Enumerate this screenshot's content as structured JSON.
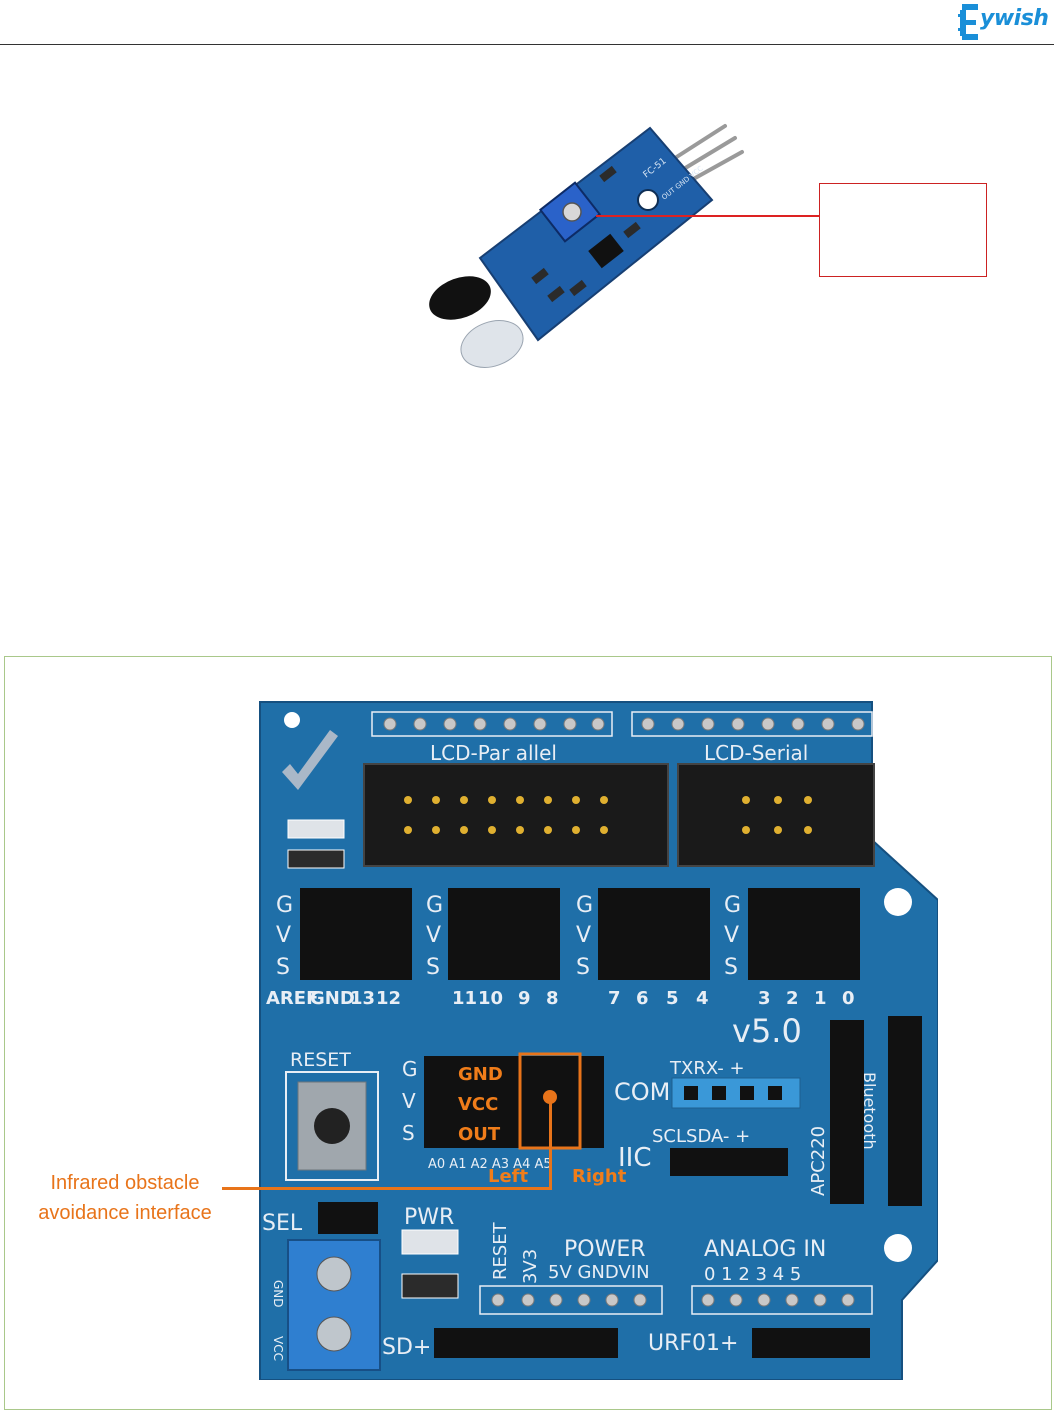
{
  "header": {
    "logo_text": "ywish",
    "logo_mark": "gear-e-logo-icon"
  },
  "sensor": {
    "board_label": "FC-51",
    "pin_labels": "OUT GND VCC"
  },
  "shield": {
    "header_left": "LCD-Par allel",
    "header_right": "LCD-Serial",
    "gvs_letters": [
      "G",
      "V",
      "S"
    ],
    "digital_labels": [
      "AREF",
      "GND",
      "13",
      "12",
      "11",
      "10",
      "9",
      "8",
      "7",
      "6",
      "5",
      "4",
      "3",
      "2",
      "1",
      "0"
    ],
    "version": "v5.0",
    "reset_label": "RESET",
    "com_label": "COM",
    "txrx_label": "TXRX-  +",
    "scl_label": "SCLSDA-  +",
    "iic_label": "IIC",
    "apc_label": "APC220",
    "bt_label": "Bluetooth",
    "sel_label": "SEL",
    "pwr_label": "PWR",
    "analog_pins": "A0 A1 A2 A3 A4 A5",
    "power_label": "POWER",
    "power_pins": "5V GNDVIN",
    "reset_vertical": "RESET",
    "v33_label": "3V3",
    "analog_label": "ANALOG  IN",
    "analog_nums": "0 1 2 3 4 5",
    "sd_label": "SD+",
    "urf_label": "URF01+",
    "gnd_vertical": "GND",
    "vcc_vertical": "VCC",
    "overlay_gnd": "GND",
    "overlay_vcc": "VCC",
    "overlay_out": "OUT",
    "left_label": "Left",
    "right_label": "Right"
  },
  "annotation": {
    "line1": "Infrared obstacle",
    "line2": "avoidance interface"
  },
  "colors": {
    "pcb_blue": "#1f6fa8",
    "accent_orange": "#e8741a",
    "callout_red": "#cc2222"
  }
}
